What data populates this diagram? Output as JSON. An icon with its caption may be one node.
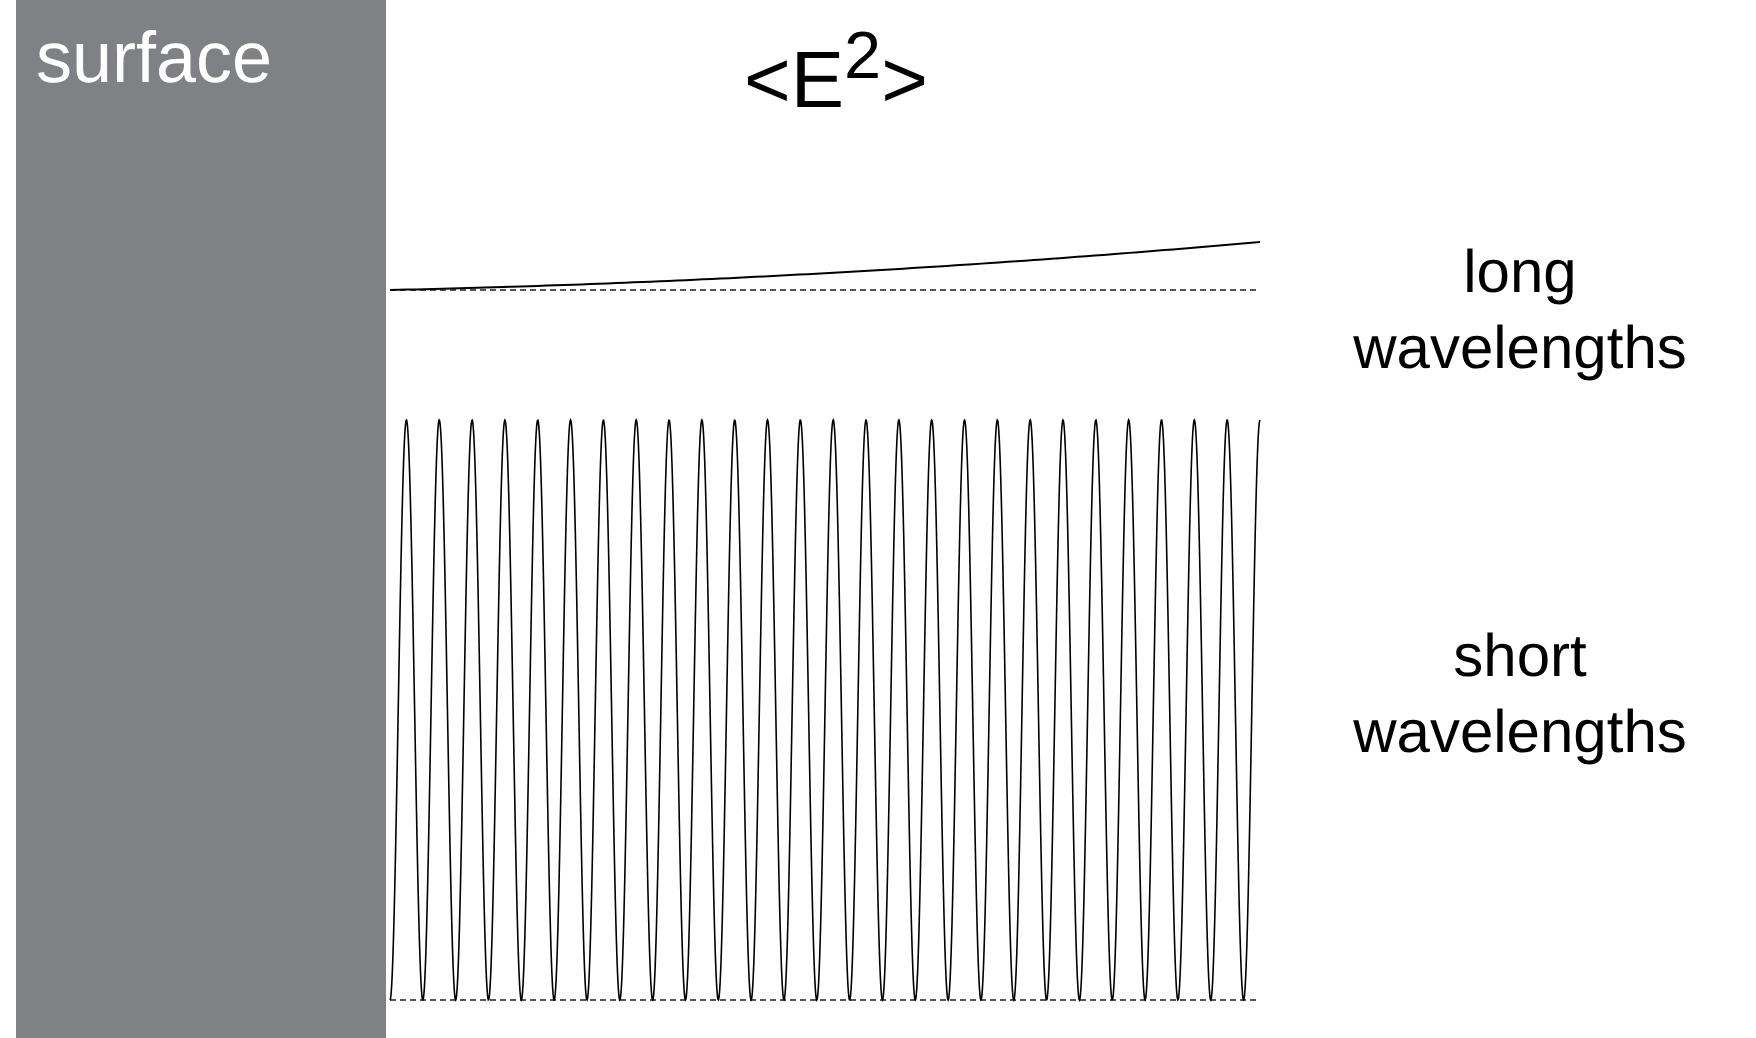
{
  "diagram": {
    "title": "<E$^{2}$>",
    "nodes": [
      {
        "text": [
          "surface"
        ]
      }
    ],
    "labels": [
      "long wavelengths",
      "short wavelengths"
    ]
  }
}
